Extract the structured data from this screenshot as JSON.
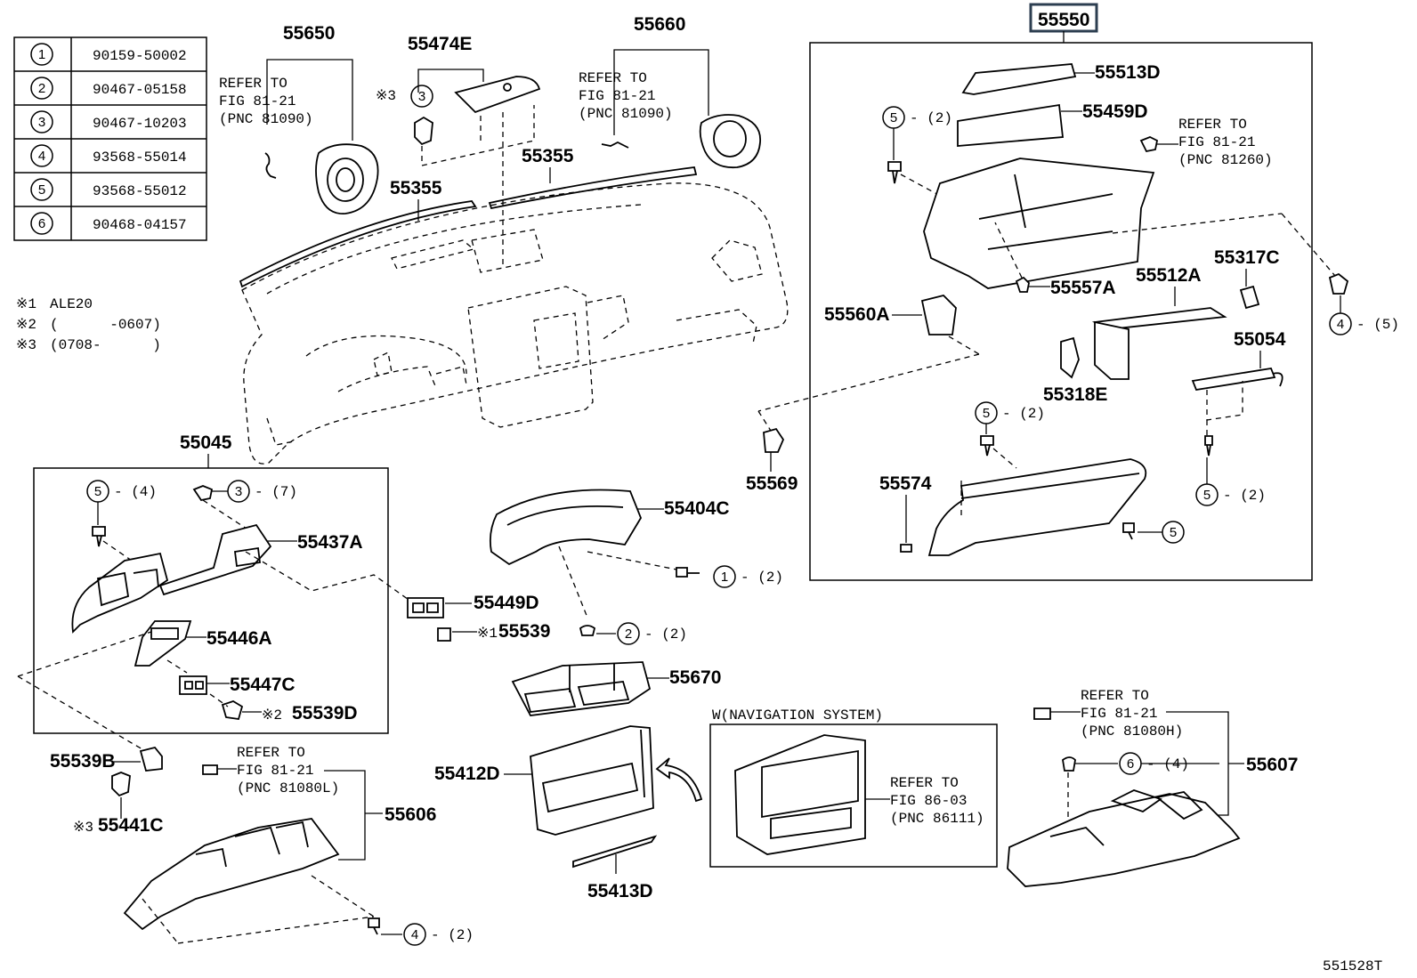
{
  "code": "551528T",
  "main_assembly": "55550",
  "fastener_table": [
    {
      "num": "1",
      "part": "90159-50002"
    },
    {
      "num": "2",
      "part": "90467-05158"
    },
    {
      "num": "3",
      "part": "90467-10203"
    },
    {
      "num": "4",
      "part": "93568-55014"
    },
    {
      "num": "5",
      "part": "93568-55012"
    },
    {
      "num": "6",
      "part": "90468-04157"
    }
  ],
  "notes": [
    {
      "mark": "※1",
      "text": "ALE20"
    },
    {
      "mark": "※2",
      "text": "(      -0607)"
    },
    {
      "mark": "※3",
      "text": "(0708-      )"
    }
  ],
  "parts": {
    "p55650": "55650",
    "p55474E": "55474E",
    "p55660": "55660",
    "p55355a": "55355",
    "p55355b": "55355",
    "p55513D": "55513D",
    "p55459D": "55459D",
    "p55557A": "55557A",
    "p55512A": "55512A",
    "p55317C": "55317C",
    "p55560A": "55560A",
    "p55054": "55054",
    "p55318E": "55318E",
    "p55574": "55574",
    "p55569": "55569",
    "p55045": "55045",
    "p55437A": "55437A",
    "p55446A": "55446A",
    "p55447C": "55447C",
    "p55539D": "55539D",
    "p55449D": "55449D",
    "p55539": "55539",
    "p55404C": "55404C",
    "p55670": "55670",
    "p55412D": "55412D",
    "p55413D": "55413D",
    "p55539B": "55539B",
    "p55441C": "55441C",
    "p55606": "55606",
    "p55607": "55607"
  },
  "refs": {
    "r1": [
      "REFER TO",
      "FIG 81-21",
      "(PNC 81090)"
    ],
    "r2": [
      "REFER TO",
      "FIG 81-21",
      "(PNC 81090)"
    ],
    "r3": [
      "REFER TO",
      "FIG 81-21",
      "(PNC 81260)"
    ],
    "r4": [
      "REFER TO",
      "FIG 81-21",
      "(PNC 81080L)"
    ],
    "r5": [
      "REFER TO",
      "FIG 81-21",
      "(PNC 81080H)"
    ],
    "r6": [
      "REFER TO",
      "FIG 86-03",
      "(PNC 86111)"
    ]
  },
  "nav_title": "W(NAVIGATION SYSTEM)",
  "callouts": {
    "c3a": {
      "n": "3",
      "q": ""
    },
    "c5a": {
      "n": "5",
      "q": "- (2)"
    },
    "c4a": {
      "n": "4",
      "q": "- (5)"
    },
    "c5b": {
      "n": "5",
      "q": "- (2)"
    },
    "c5c": {
      "n": "5",
      "q": "- (2)"
    },
    "c5d": {
      "n": "5",
      "q": ""
    },
    "c5e": {
      "n": "5",
      "q": "- (4)"
    },
    "c3b": {
      "n": "3",
      "q": "- (7)"
    },
    "c1": {
      "n": "1",
      "q": "- (2)"
    },
    "c2": {
      "n": "2",
      "q": "- (2)"
    },
    "c6": {
      "n": "6",
      "q": "- (4)"
    },
    "c4b": {
      "n": "4",
      "q": "- (2)"
    }
  },
  "marks": {
    "m3a": "※3",
    "m1": "※1",
    "m2": "※2",
    "m3b": "※3"
  }
}
